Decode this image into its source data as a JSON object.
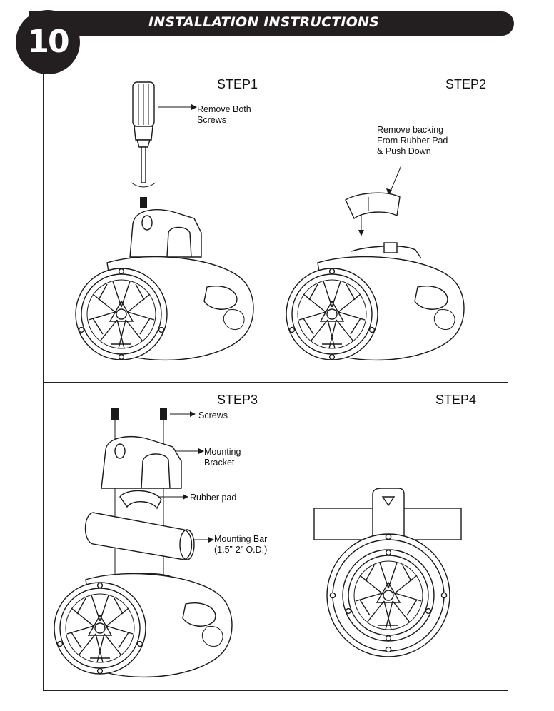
{
  "header": {
    "page_number": "10",
    "title": "INSTALLATION INSTRUCTIONS"
  },
  "steps": [
    {
      "title": "STEP1",
      "callouts": [
        "Remove Both",
        "Screws"
      ]
    },
    {
      "title": "STEP2",
      "callouts": [
        "Remove backing",
        "From Rubber Pad",
        "& Push Down"
      ]
    },
    {
      "title": "STEP3",
      "callouts": {
        "screws": "Screws",
        "bracket": [
          "Mounting",
          "Bracket"
        ],
        "pad": "Rubber pad",
        "bar": [
          "Mounting Bar",
          "(1.5”-2” O.D.)"
        ]
      }
    },
    {
      "title": "STEP4"
    }
  ]
}
